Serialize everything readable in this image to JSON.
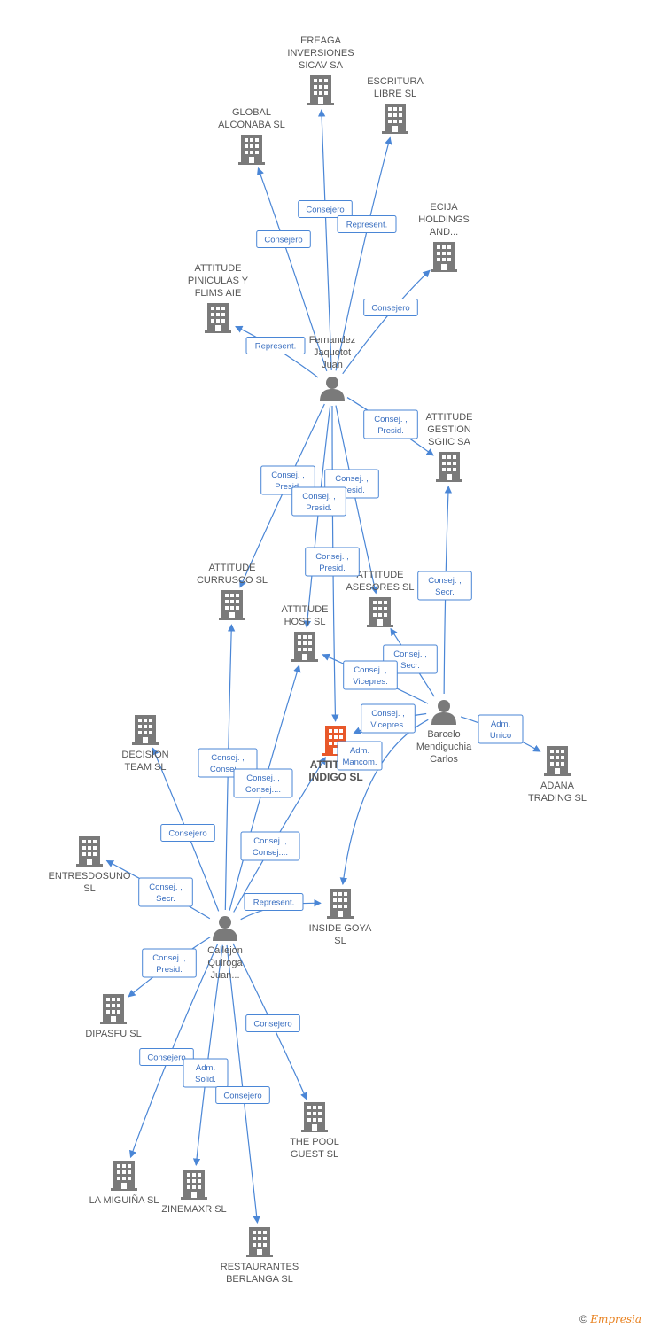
{
  "nodes": [
    {
      "id": "ereaga",
      "kind": "company",
      "lines": [
        "EREAGA",
        "INVERSIONES",
        "SICAV SA"
      ]
    },
    {
      "id": "escritura",
      "kind": "company",
      "lines": [
        "ESCRITURA",
        "LIBRE  SL"
      ]
    },
    {
      "id": "global",
      "kind": "company",
      "lines": [
        "GLOBAL",
        "ALCONABA  SL"
      ]
    },
    {
      "id": "ecija",
      "kind": "company",
      "lines": [
        "ECIJA",
        "HOLDINGS",
        "AND..."
      ]
    },
    {
      "id": "piniculas",
      "kind": "company",
      "lines": [
        "ATTITUDE",
        "PINICULAS Y",
        "FLIMS AIE"
      ]
    },
    {
      "id": "fernandez",
      "kind": "person",
      "lines": [
        "Fernandez",
        "Jaquotot",
        "Juan"
      ]
    },
    {
      "id": "gestion",
      "kind": "company",
      "lines": [
        "ATTITUDE",
        "GESTION",
        "SGIIC SA"
      ]
    },
    {
      "id": "currusco",
      "kind": "company",
      "lines": [
        "ATTITUDE",
        "CURRUSCO  SL"
      ]
    },
    {
      "id": "asesores",
      "kind": "company",
      "lines": [
        "ATTITUDE",
        "ASESORES SL"
      ]
    },
    {
      "id": "host",
      "kind": "company",
      "lines": [
        "ATTITUDE",
        "HOST  SL"
      ]
    },
    {
      "id": "barcelo",
      "kind": "person",
      "lines": [
        "Barcelo",
        "Mendiguchia",
        "Carlos"
      ]
    },
    {
      "id": "adana",
      "kind": "company",
      "lines": [
        "ADANA",
        "TRADING SL"
      ]
    },
    {
      "id": "decision",
      "kind": "company",
      "lines": [
        "DECISION",
        "TEAM SL"
      ]
    },
    {
      "id": "indigo",
      "kind": "focus",
      "lines": [
        "ATTITUDE",
        "INDIGO  SL"
      ]
    },
    {
      "id": "entres",
      "kind": "company",
      "lines": [
        "ENTRESDOSUNO",
        "SL"
      ]
    },
    {
      "id": "insidegoya",
      "kind": "company",
      "lines": [
        "INSIDE GOYA",
        "SL"
      ]
    },
    {
      "id": "callejon",
      "kind": "person",
      "lines": [
        "Callejon",
        "Quiroga",
        "Juan..."
      ]
    },
    {
      "id": "dipasfu",
      "kind": "company",
      "lines": [
        "DIPASFU  SL"
      ]
    },
    {
      "id": "thepool",
      "kind": "company",
      "lines": [
        "THE POOL",
        "GUEST  SL"
      ]
    },
    {
      "id": "lamiguina",
      "kind": "company",
      "lines": [
        "LA MIGUIÑA  SL"
      ]
    },
    {
      "id": "zinemaxr",
      "kind": "company",
      "lines": [
        "ZINEMAXR  SL"
      ]
    },
    {
      "id": "berlanga",
      "kind": "company",
      "lines": [
        "RESTAURANTES",
        "BERLANGA  SL"
      ]
    }
  ],
  "edges": [
    {
      "from": "fernandez",
      "to": "ereaga",
      "label": [
        "Consejero"
      ]
    },
    {
      "from": "fernandez",
      "to": "escritura",
      "label": [
        "Represent."
      ]
    },
    {
      "from": "fernandez",
      "to": "global",
      "label": [
        "Consejero"
      ]
    },
    {
      "from": "fernandez",
      "to": "ecija",
      "label": [
        "Consejero"
      ]
    },
    {
      "from": "fernandez",
      "to": "piniculas",
      "label": [
        "Represent."
      ]
    },
    {
      "from": "fernandez",
      "to": "gestion",
      "label": [
        "Consej. ,",
        "Presid."
      ]
    },
    {
      "from": "fernandez",
      "to": "currusco",
      "label": [
        "Consej. ,",
        "Presid."
      ]
    },
    {
      "from": "fernandez",
      "to": "asesores",
      "label": [
        "Consej. ,",
        "Presid."
      ]
    },
    {
      "from": "fernandez",
      "to": "host",
      "label": [
        "Consej. ,",
        "Presid."
      ]
    },
    {
      "from": "fernandez",
      "to": "indigo",
      "label": [
        "Consej. ,",
        "Presid."
      ]
    },
    {
      "from": "barcelo",
      "to": "gestion",
      "label": [
        "Consej. ,",
        "Secr."
      ]
    },
    {
      "from": "barcelo",
      "to": "adana",
      "label": [
        "Adm.",
        "Unico"
      ]
    },
    {
      "from": "barcelo",
      "to": "asesores",
      "label": [
        "Consej. ,",
        "Secr."
      ]
    },
    {
      "from": "barcelo",
      "to": "host",
      "label": [
        "Consej. ,",
        "Vicepres."
      ]
    },
    {
      "from": "barcelo",
      "to": "indigo",
      "label": [
        "Consej. ,",
        "Vicepres."
      ]
    },
    {
      "from": "barcelo",
      "to": "insidegoya",
      "label": [
        "Adm.",
        "Mancom."
      ]
    },
    {
      "from": "callejon",
      "to": "currusco",
      "label": [
        "Consej. ,",
        "Consej...."
      ]
    },
    {
      "from": "callejon",
      "to": "host",
      "label": [
        "Consej. ,",
        "Consej...."
      ]
    },
    {
      "from": "callejon",
      "to": "indigo",
      "label": [
        "Consej. ,",
        "Consej...."
      ]
    },
    {
      "from": "callejon",
      "to": "decision",
      "label": [
        "Consejero"
      ]
    },
    {
      "from": "callejon",
      "to": "entres",
      "label": [
        "Consej. ,",
        "Secr."
      ]
    },
    {
      "from": "callejon",
      "to": "insidegoya",
      "label": [
        "Represent."
      ]
    },
    {
      "from": "callejon",
      "to": "dipasfu",
      "label": [
        "Consej. ,",
        "Presid."
      ]
    },
    {
      "from": "callejon",
      "to": "thepool",
      "label": [
        "Consejero"
      ]
    },
    {
      "from": "callejon",
      "to": "lamiguina",
      "label": [
        "Consejero"
      ]
    },
    {
      "from": "callejon",
      "to": "zinemaxr",
      "label": [
        "Adm.",
        "Solid."
      ]
    },
    {
      "from": "callejon",
      "to": "berlanga",
      "label": [
        "Consejero"
      ]
    }
  ],
  "colors": {
    "edge": "#4a86d6",
    "company": "#7a7a7a",
    "focus": "#e8582a",
    "person": "#7a7a7a",
    "label": "#555555"
  },
  "footer": {
    "symbol": "©",
    "brand": "Empresia"
  }
}
